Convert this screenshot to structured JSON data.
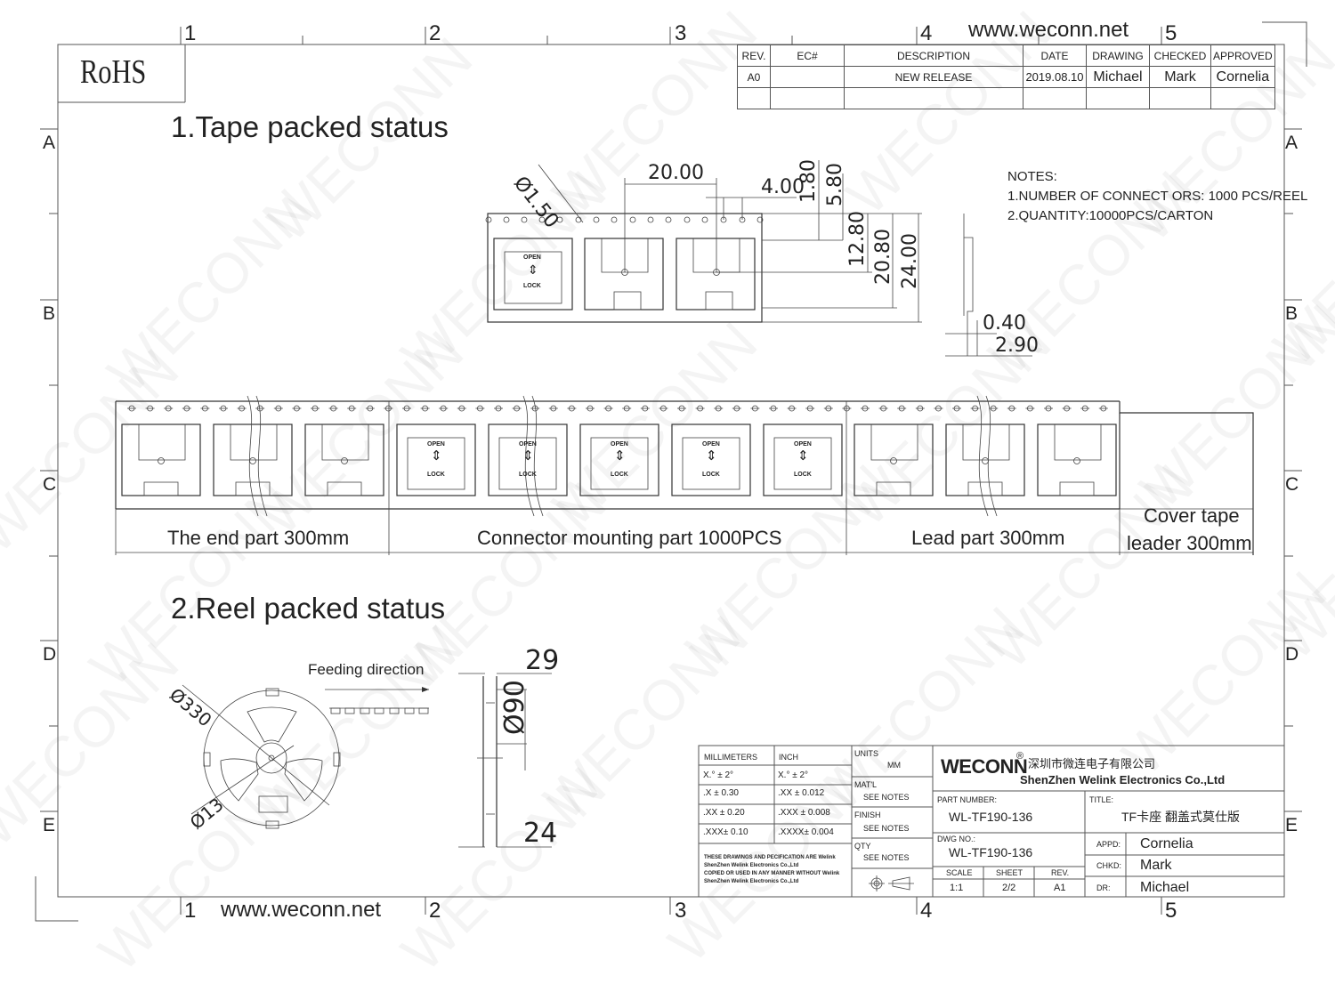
{
  "frame": {
    "col_markers": [
      "1",
      "2",
      "3",
      "4",
      "5"
    ],
    "row_markers": [
      "A",
      "B",
      "C",
      "D",
      "E"
    ],
    "website_top": "www.weconn.net",
    "website_bottom": "www.weconn.net",
    "rohs": "RoHS",
    "watermark": "WECONN"
  },
  "revision_table": {
    "headers": [
      "REV.",
      "EC#",
      "DESCRIPTION",
      "DATE",
      "DRAWING",
      "CHECKED",
      "APPROVED"
    ],
    "rows": [
      [
        "A0",
        "",
        "NEW RELEASE",
        "2019.08.10",
        "Michael",
        "Mark",
        "Cornelia"
      ],
      [
        "",
        "",
        "",
        "",
        "",
        "",
        ""
      ]
    ]
  },
  "section1": {
    "title": "1.Tape packed status",
    "dimensions": {
      "hole_diameter": "Ø1.50",
      "pitch": "20.00",
      "hole_pitch": "4.00",
      "d1": "1.80",
      "d2": "5.80",
      "d3": "12.80",
      "d4": "20.80",
      "tape_width": "24.00",
      "thickness": "0.40",
      "depth": "2.90"
    },
    "connector_labels": {
      "open": "OPEN",
      "lock": "LOCK"
    },
    "notes": {
      "title": "NOTES:",
      "items": [
        "1.NUMBER OF CONNECT ORS: 1000 PCS/REEL",
        "2.QUANTITY:10000PCS/CARTON"
      ]
    },
    "tape_segments": [
      {
        "label": "The end part 300mm"
      },
      {
        "label": "Connector mounting part 1000PCS"
      },
      {
        "label": "Lead part 300mm"
      },
      {
        "label_line1": "Cover tape",
        "label_line2": "leader 300mm"
      }
    ]
  },
  "section2": {
    "title": "2.Reel packed status",
    "feeding_direction": "Feeding direction",
    "dimensions": {
      "reel_diameter": "Ø330",
      "hub_diameter": "Ø13",
      "core_diameter": "Ø90",
      "outer_width": "29",
      "inner_width": "24"
    }
  },
  "title_block": {
    "tolerances": {
      "headers": [
        "MILLIMETERS",
        "INCH"
      ],
      "rows": [
        [
          "X.°  ±  2°",
          "X.°  ±  2°"
        ],
        [
          ".X   ± 0.30",
          ".XX   ± 0.012"
        ],
        [
          ".XX  ± 0.20",
          ".XXX  ± 0.008"
        ],
        [
          ".XXX±  0.10",
          ".XXXX± 0.004"
        ]
      ]
    },
    "disclaimer": [
      "THESE DRAWINGS AND PECIFICATION ARE Welink",
      "ShenZhen Welink Electronics Co.,Ltd",
      " COPIED OR USED IN ANY MANNER WITHOUT Welink",
      "ShenZhen Welink Electronics Co.,Ltd"
    ],
    "units_label": "UNITS",
    "units_value": "MM",
    "matl_label": "MAT'L",
    "matl_value": "SEE NOTES",
    "finish_label": "FINISH",
    "finish_value": "SEE NOTES",
    "qty_label": "QTY",
    "qty_value": "SEE NOTES",
    "company_brand": "WECONN",
    "registered": "®",
    "company_cn": "深圳市微连电子有限公司",
    "company_en": "ShenZhen Welink Electronics Co.,Ltd",
    "part_number_label": "PART NUMBER:",
    "part_number": "WL-TF190-136",
    "title_label": "TITLE:",
    "title": "TF卡座 翻盖式莫仕版",
    "dwg_no_label": "DWG NO.:",
    "dwg_no": "WL-TF190-136",
    "scale_label": "SCALE",
    "scale": "1:1",
    "sheet_label": "SHEET",
    "sheet": "2/2",
    "rev_label": "REV.",
    "rev": "A1",
    "appd_label": "APPD:",
    "appd": "Cornelia",
    "chkd_label": "CHKD:",
    "chkd": "Mark",
    "dr_label": "DR:",
    "dr": "Michael"
  }
}
